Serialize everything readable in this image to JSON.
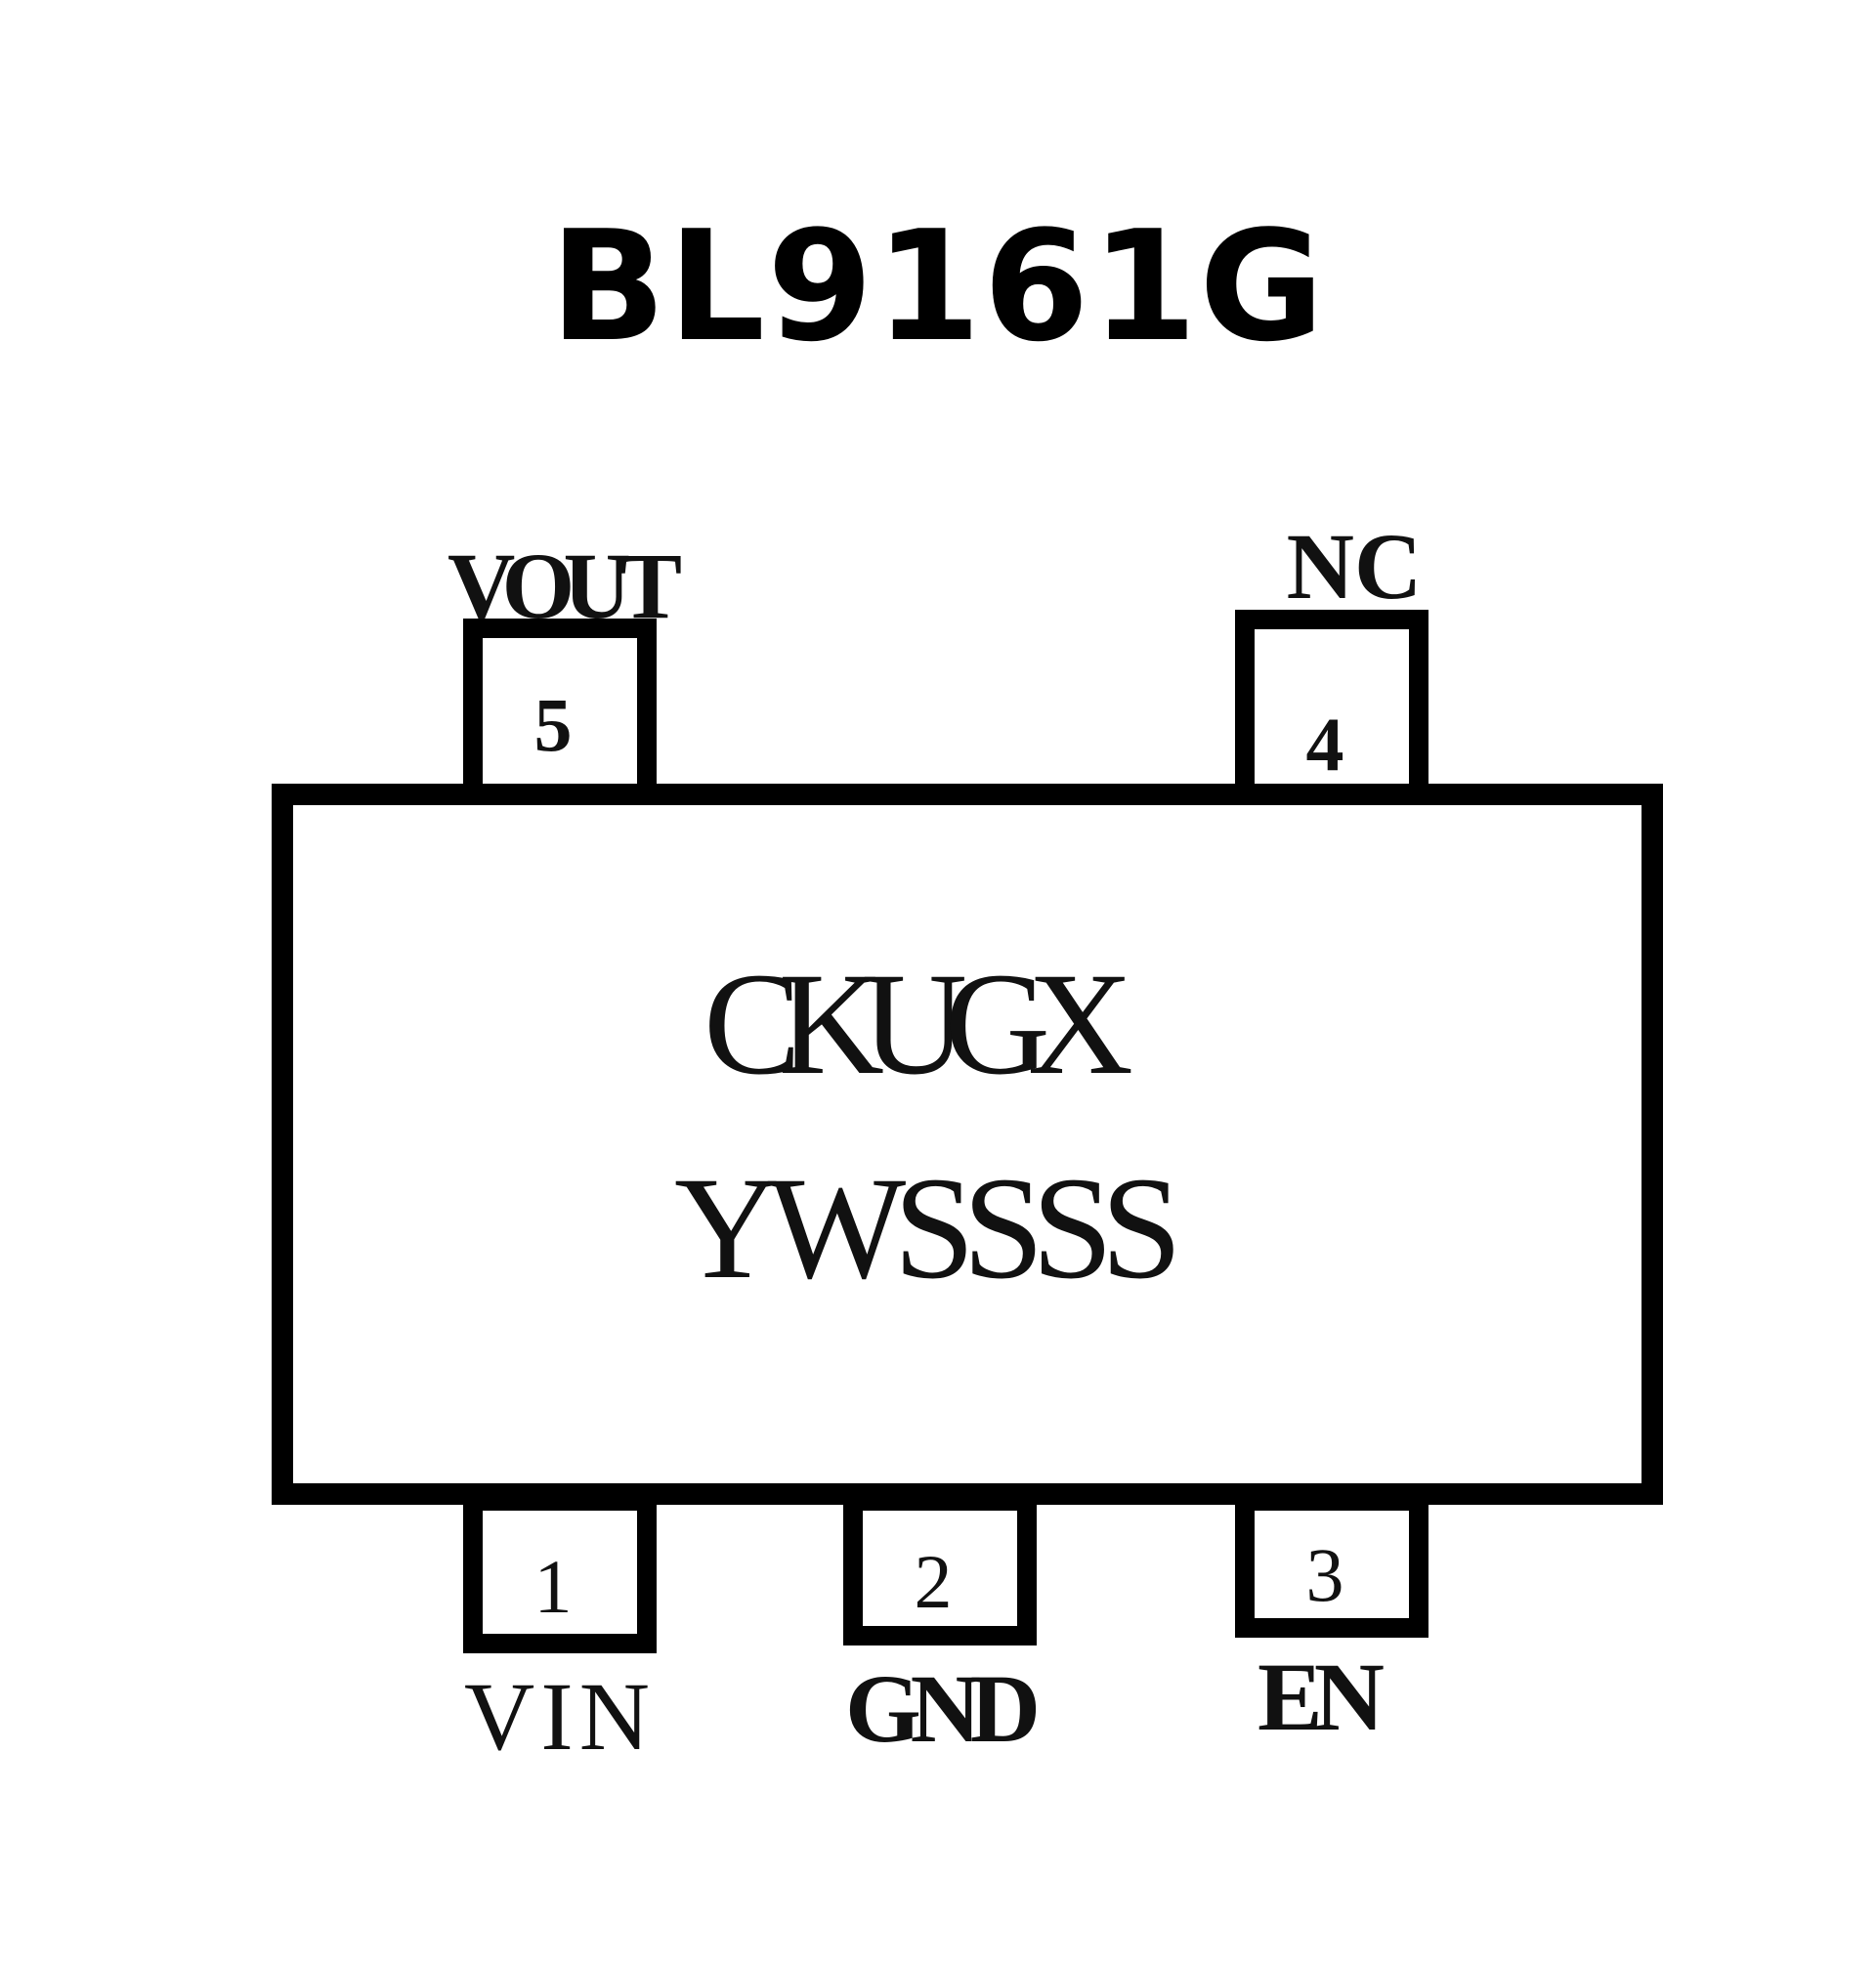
{
  "title": "BL9161G",
  "package": {
    "marking_line1": "CKUGX",
    "marking_line2": "YWSSSS"
  },
  "pins": [
    {
      "number": "1",
      "name": "VIN",
      "side": "bottom"
    },
    {
      "number": "2",
      "name": "GND",
      "side": "bottom"
    },
    {
      "number": "3",
      "name": "EN",
      "side": "bottom"
    },
    {
      "number": "4",
      "name": "NC",
      "side": "top"
    },
    {
      "number": "5",
      "name": "VOUT",
      "side": "top"
    }
  ],
  "colors": {
    "outline": "#000000",
    "background": "#ffffff"
  }
}
